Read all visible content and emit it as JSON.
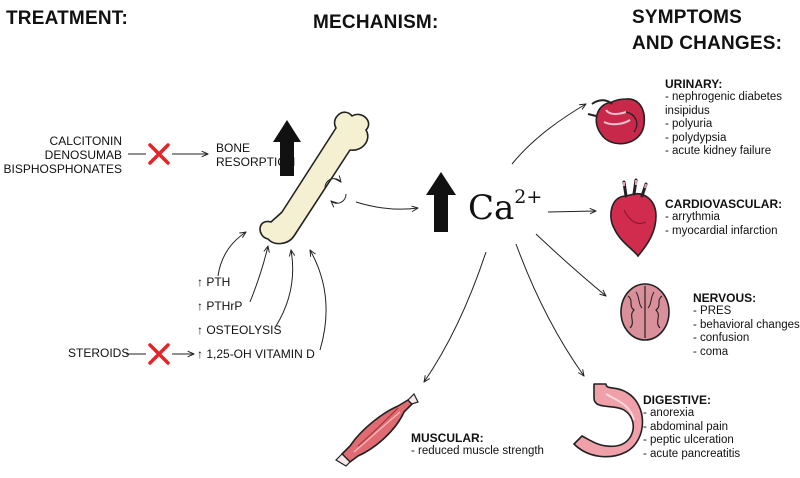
{
  "headings": {
    "treatment": "TREATMENT:",
    "mechanism": "MECHANISM:",
    "symptoms_line1": "SYMPTOMS",
    "symptoms_line2": "AND CHANGES:"
  },
  "treatment_drugs": [
    "CALCITONIN",
    "DENOSUMAB",
    "BISPHOSPHONATES"
  ],
  "steroids": "STEROIDS",
  "bone_resorption": [
    "BONE",
    "RESORPTION"
  ],
  "mechanism_causes": [
    "↑ PTH",
    "↑ PTHrP",
    "↑ OSTEOLYSIS",
    "↑ 1,25-OH VITAMIN D"
  ],
  "calcium": {
    "symbol": "Ca",
    "charge": "2+"
  },
  "sections": {
    "urinary": {
      "title": "URINARY:",
      "items": [
        "- nephrogenic diabetes",
        "insipidus",
        "- polyuria",
        "- polydypsia",
        "- acute kidney failure"
      ]
    },
    "cardiovascular": {
      "title": "CARDIOVASCULAR:",
      "items": [
        "- arrythmia",
        "- myocardial infarction"
      ]
    },
    "nervous": {
      "title": "NERVOUS:",
      "items": [
        "- PRES",
        "- behavioral changes",
        "- confusion",
        "- coma"
      ]
    },
    "digestive": {
      "title": "DIGESTIVE:",
      "items": [
        "- anorexia",
        "- abdominal pain",
        "- peptic ulceration",
        "- acute pancreatitis"
      ]
    },
    "muscular": {
      "title": "MUSCULAR:",
      "items": [
        "- reduced muscle strength"
      ]
    }
  },
  "colors": {
    "block_cross": "#e0262b",
    "organ_red": "#c8284a",
    "organ_pink": "#ee8fa0",
    "brain": "#d9909a",
    "stomach": "#f0a0a8",
    "bone": "#f6f0d2",
    "muscle": "#e06b72"
  }
}
